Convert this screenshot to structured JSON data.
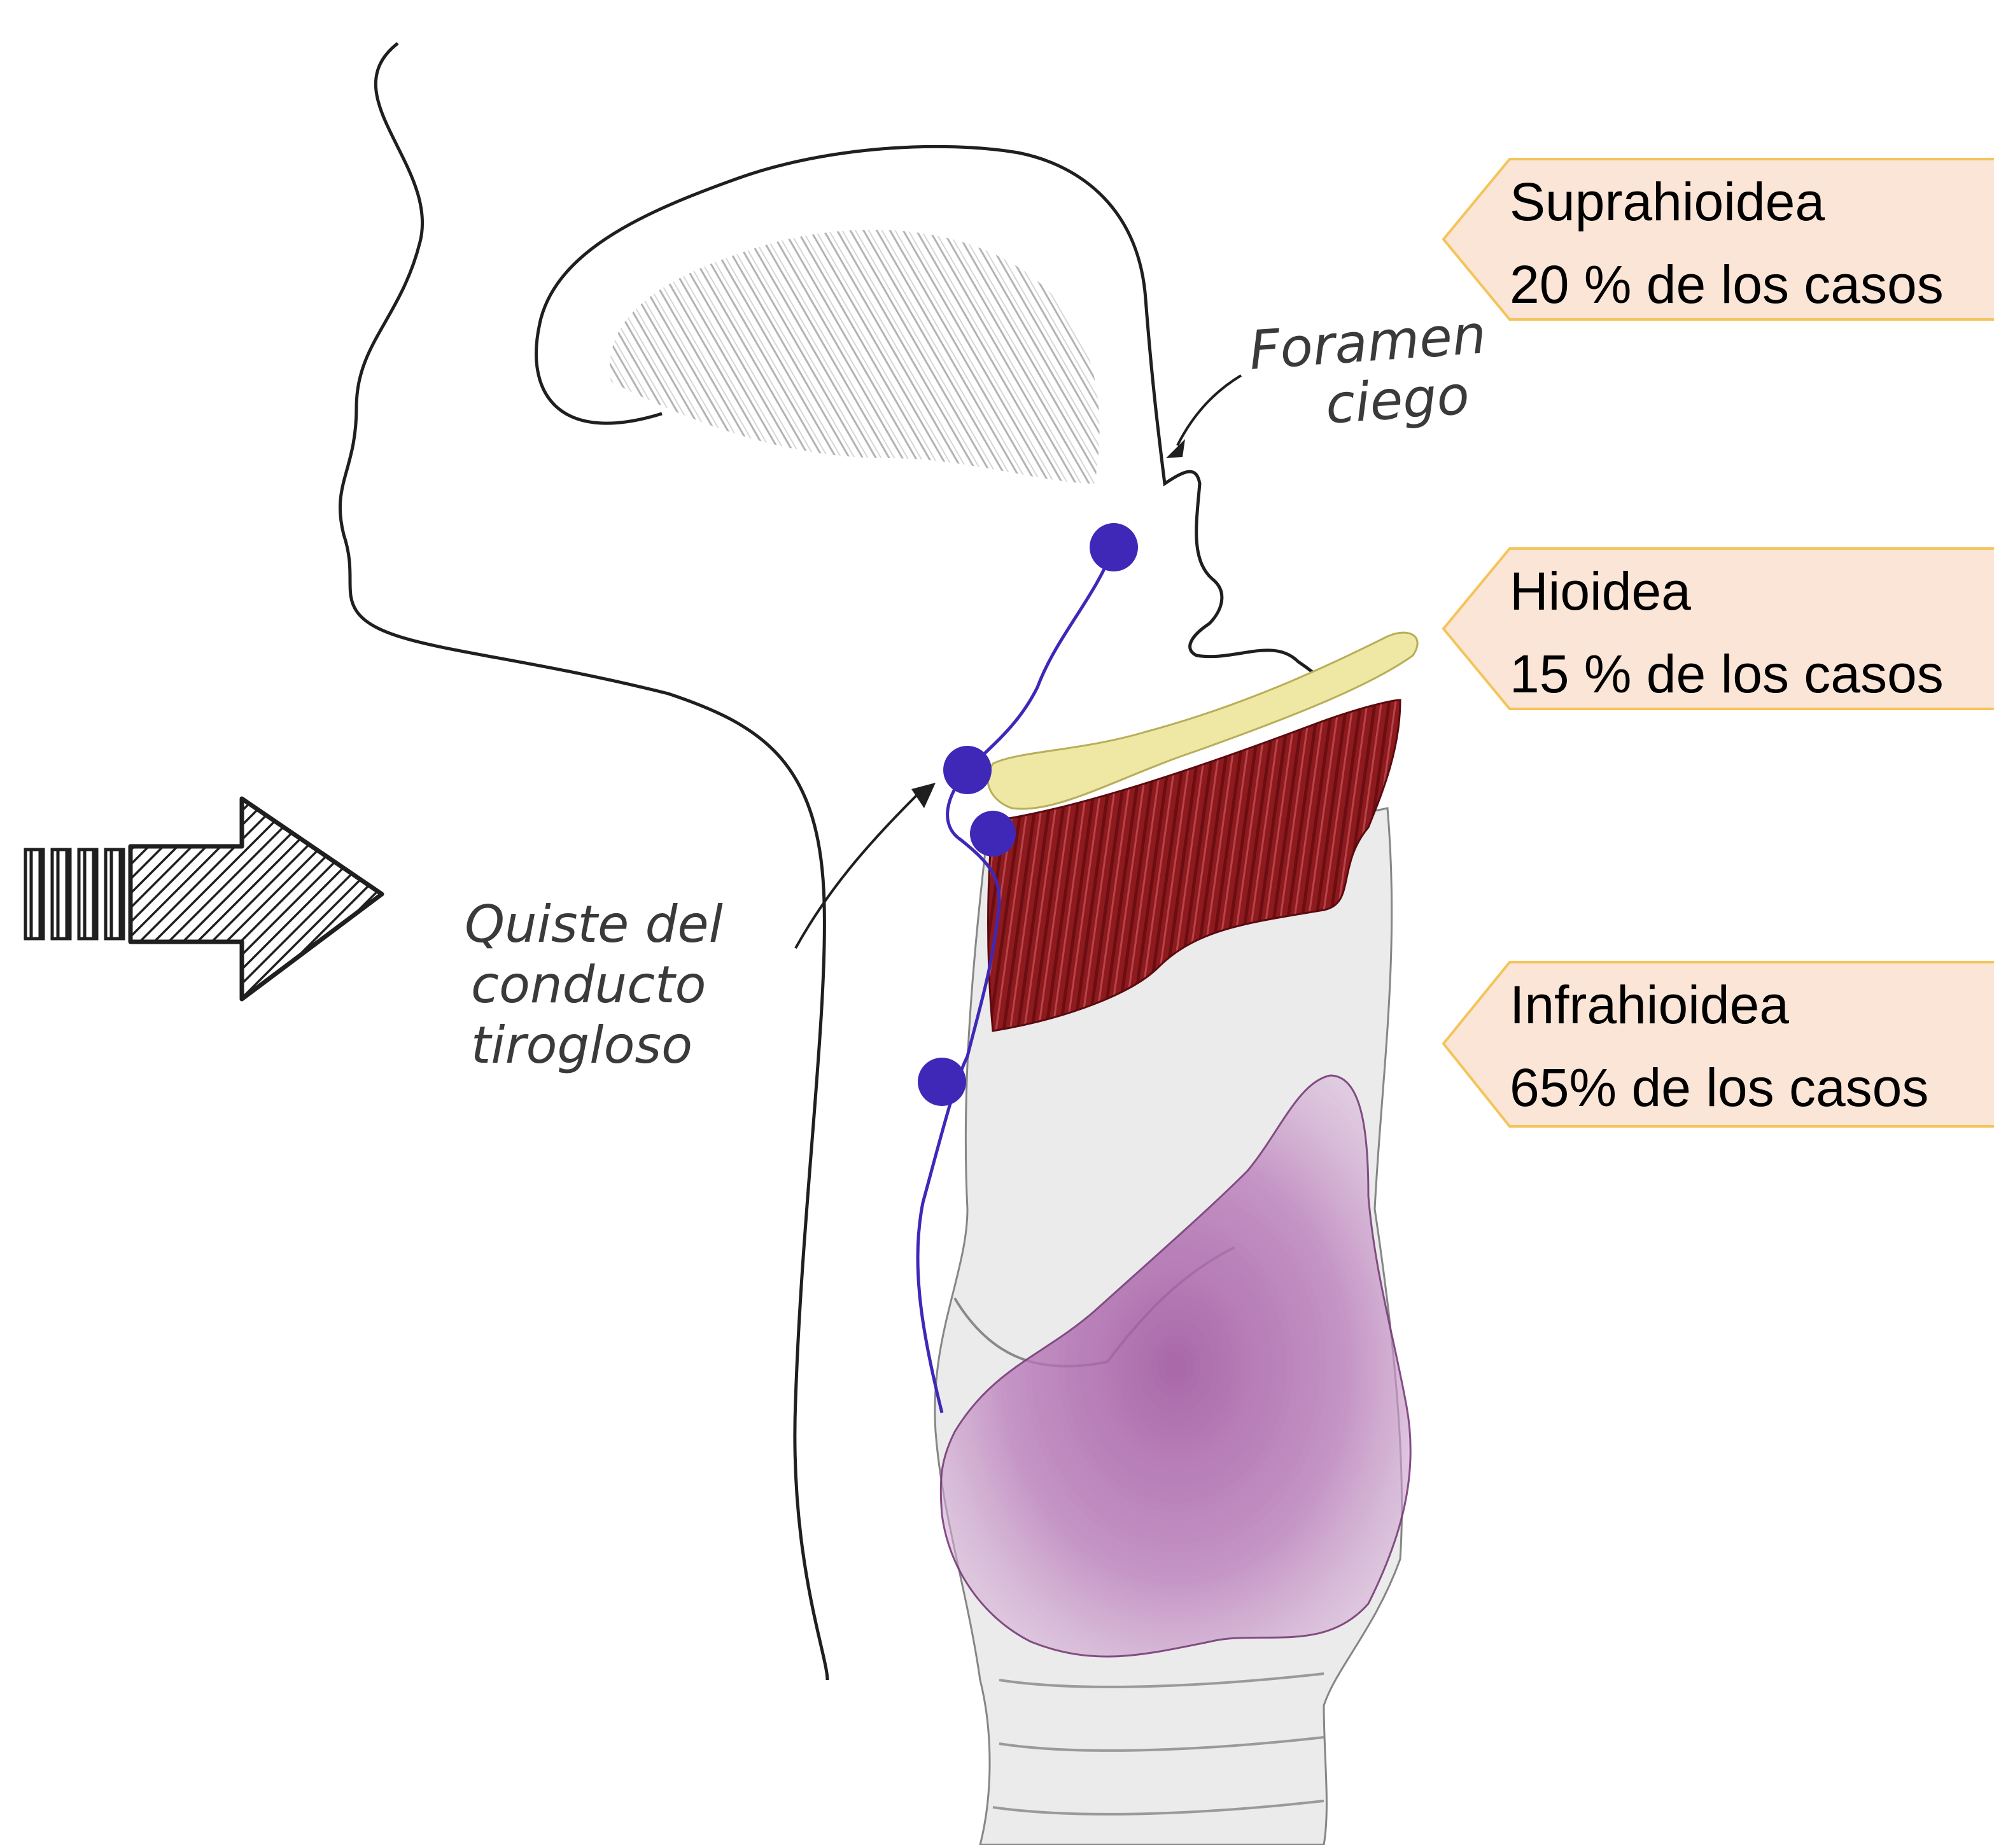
{
  "colors": {
    "callout_fill": "#FBE5D6",
    "callout_border": "#F4C45A",
    "outline": "#1f1f1f",
    "hyoid_bone": "#EFE8A4",
    "muscle": "#8E1A1E",
    "thyroid_gland": "#A056A0",
    "duct_dots": "#3F28B8",
    "cartilage": "#E9E9E9"
  },
  "icons": {
    "arrow": "hatched-right-arrow-icon"
  },
  "annotations": {
    "foramen": {
      "line1": "Foramen",
      "line2": "ciego"
    },
    "cyst": {
      "line1": "Quiste del",
      "line2": "conducto",
      "line3": "tirogloso"
    }
  },
  "callouts": [
    {
      "name": "Suprahioidea",
      "stat": "20 % de los casos"
    },
    {
      "name": "Hioidea",
      "stat": "15 % de los casos"
    },
    {
      "name": "Infrahioidea",
      "stat": "65% de los casos"
    }
  ]
}
